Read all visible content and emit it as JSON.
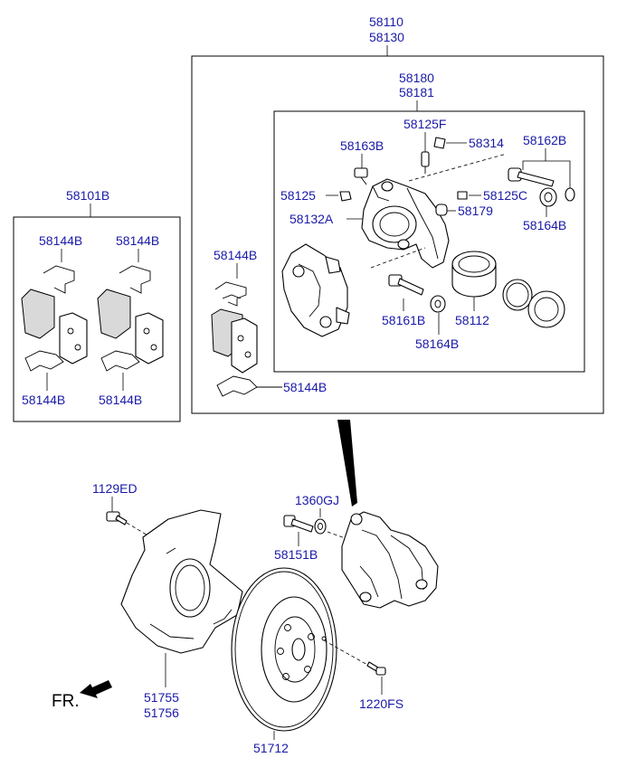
{
  "colors": {
    "label": "#1a1aa8",
    "line": "#000000",
    "background": "#ffffff"
  },
  "labels": {
    "assembly_top_1": "58110",
    "assembly_top_2": "58130",
    "caliper_1": "58180",
    "caliper_2": "58181",
    "bleeder_screw": "58125F",
    "bleeder_cap": "58314",
    "guide_pin_bolt_upper": "58163B",
    "guide_pin_set": "58162B",
    "screw_58125": "58125",
    "screw_58125c": "58125C",
    "caliper_body": "58132A",
    "plug_58179": "58179",
    "boot_upper": "58164B",
    "pad_kit": "58101B",
    "shim_kit_1": "58144B",
    "shim_kit_2": "58144B",
    "shim_kit_3": "58144B",
    "shim_kit_4": "58144B",
    "shim_kit_5": "58144B",
    "shim_kit_6": "58144B",
    "guide_pin_bolt_lower": "58161B",
    "piston": "58112",
    "boot_lower": "58164B",
    "bolt_1129ed": "1129ED",
    "washer_1360gj": "1360GJ",
    "bolt_58151b": "58151B",
    "dust_cover_1": "51755",
    "dust_cover_2": "51756",
    "bolt_1220fs": "1220FS",
    "disc": "51712",
    "front_direction": "FR."
  }
}
